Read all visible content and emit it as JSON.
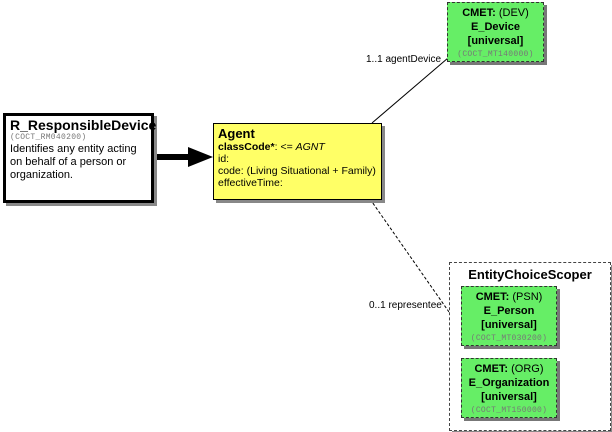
{
  "responsible_device": {
    "title": "R_ResponsibleDevice",
    "code": "(COCT_RM040200)",
    "description": "Identifies any entity acting on behalf of a person or organization."
  },
  "agent": {
    "title": "Agent",
    "classcode_label": "classCode*",
    "classcode_sep": ": <= ",
    "classcode_value": "AGNT",
    "id": "id:",
    "code": "code: (Living Situational + Family)",
    "effective_time": "effectiveTime:"
  },
  "device": {
    "cmet_label": "CMET:",
    "cmet_type": "(DEV)",
    "name": "E_Device",
    "flavor": "[universal]",
    "code": "(COCT_MT140000)",
    "association": "1..1 agentDevice"
  },
  "scoper": {
    "title": "EntityChoiceScoper",
    "association": "0..1 representee",
    "person": {
      "cmet_label": "CMET:",
      "cmet_type": "(PSN)",
      "name": "E_Person",
      "flavor": "[universal]",
      "code": "(COCT_MT030200)"
    },
    "organization": {
      "cmet_label": "CMET:",
      "cmet_type": "(ORG)",
      "name": "E_Organization",
      "flavor": "[universal]",
      "code": "(COCT_MT150000)"
    }
  },
  "colors": {
    "agent_fill": "#ffff66",
    "cmet_fill": "#66ee66"
  }
}
